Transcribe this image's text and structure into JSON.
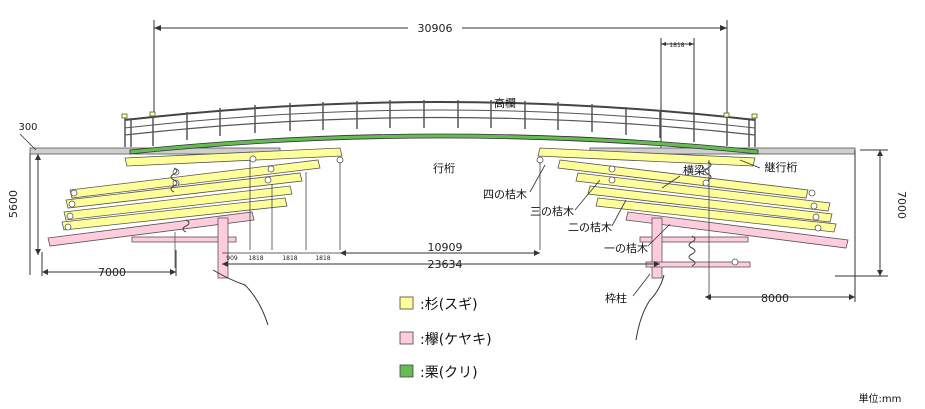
{
  "dimensions": {
    "span_total": "30906",
    "railing_spacing": "1818",
    "deck_offset": "300",
    "left_height": "5600",
    "right_height": "7000",
    "left_base": "7000",
    "right_base": "8000",
    "mid_span": "10909",
    "lower_span": "23634",
    "small_a": "909",
    "small_b": "1818",
    "small_c": "1818",
    "small_d": "1818"
  },
  "labels": {
    "railing": "高欄",
    "girder": "行桁",
    "crossbeam": "横梁",
    "long_girder": "継行桁",
    "beam4": "四の桔木",
    "beam3": "三の桔木",
    "beam2": "二の桔木",
    "beam1": "一の桔木",
    "frame_pillar": "枠柱"
  },
  "legend": [
    {
      "text": ":杉(スギ)",
      "color": "#ffff99"
    },
    {
      "text": ":欅(ケヤキ)",
      "color": "#ffccdd"
    },
    {
      "text": ":栗(クリ)",
      "color": "#66bb55"
    }
  ],
  "unit": "単位:mm",
  "colors": {
    "sugi": "#ffff99",
    "keyaki": "#ffccdd",
    "kuri": "#66bb55",
    "line": "#333333"
  }
}
